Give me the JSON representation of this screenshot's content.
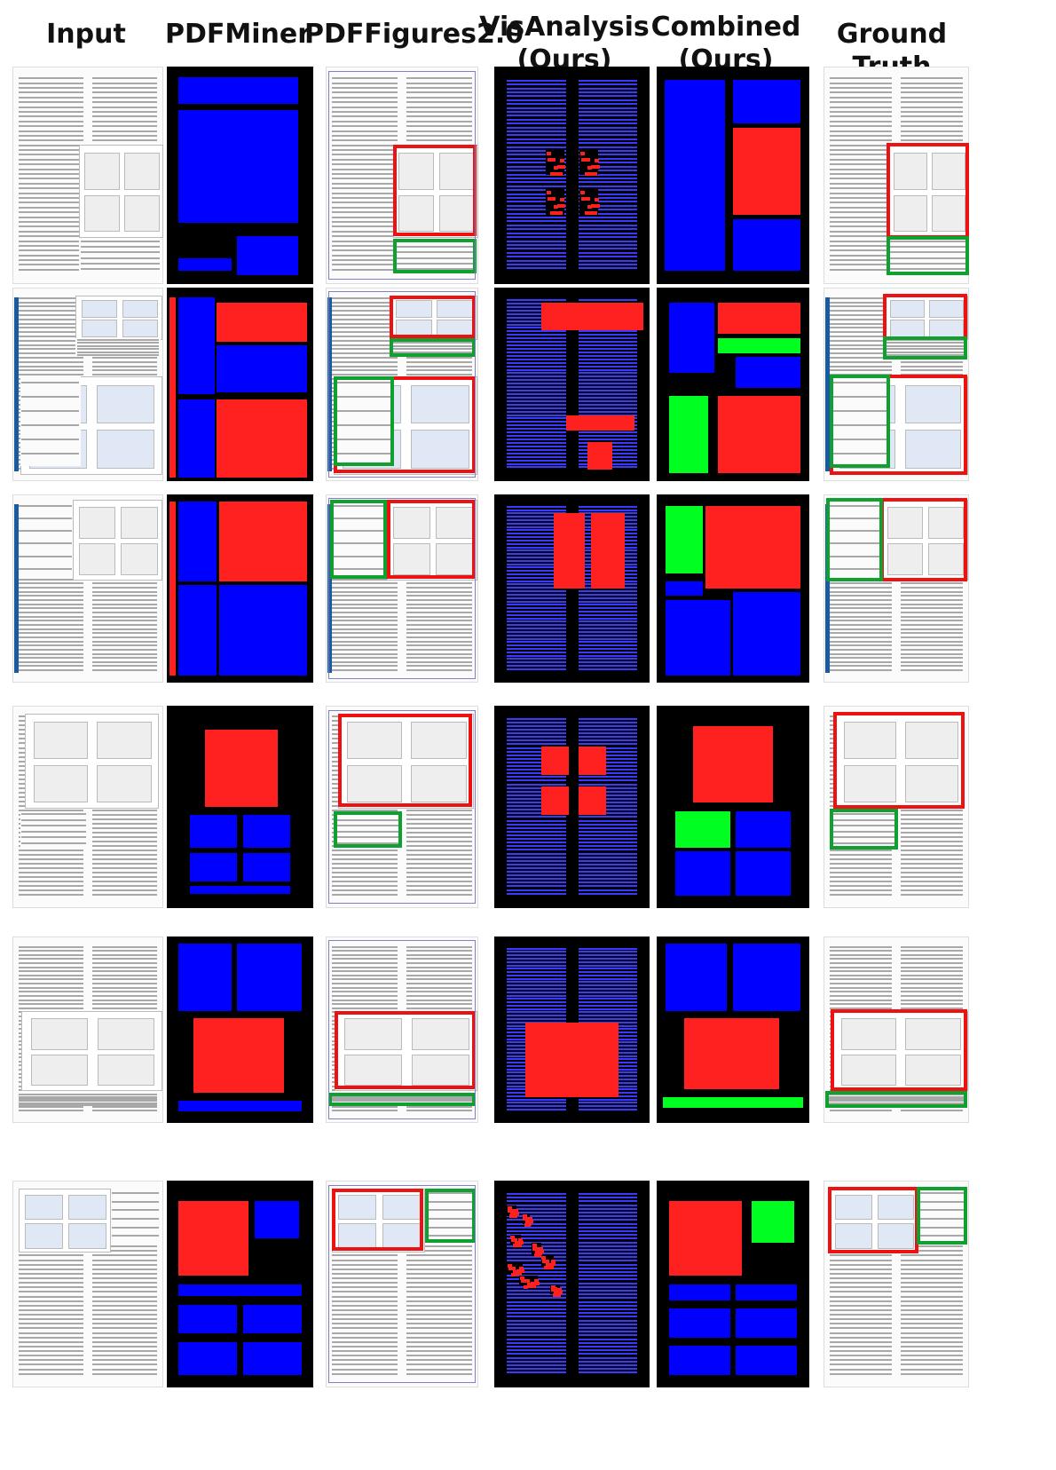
{
  "headers": [
    {
      "name": "header-input",
      "lines": [
        "Input"
      ]
    },
    {
      "name": "header-pdfminer",
      "lines": [
        "PDFMiner"
      ]
    },
    {
      "name": "header-pdffigures",
      "lines": [
        "PDFFigures2.0"
      ]
    },
    {
      "name": "header-visanalysis",
      "lines": [
        "VisAnalysis",
        "(Ours)"
      ]
    },
    {
      "name": "header-combined",
      "lines": [
        "Combined",
        "(Ours)"
      ]
    },
    {
      "name": "header-ground-truth",
      "lines": [
        "Ground Truth"
      ]
    }
  ],
  "legend_colors": {
    "figure": "#ff2020",
    "caption": "#00ff20",
    "text": "#0000ff",
    "figure_box": "#ee1111",
    "caption_box": "#10a030"
  },
  "rows": 6,
  "methods": [
    "input",
    "pdfminer",
    "pdffigures",
    "visanalysis",
    "combined",
    "ground-truth"
  ]
}
